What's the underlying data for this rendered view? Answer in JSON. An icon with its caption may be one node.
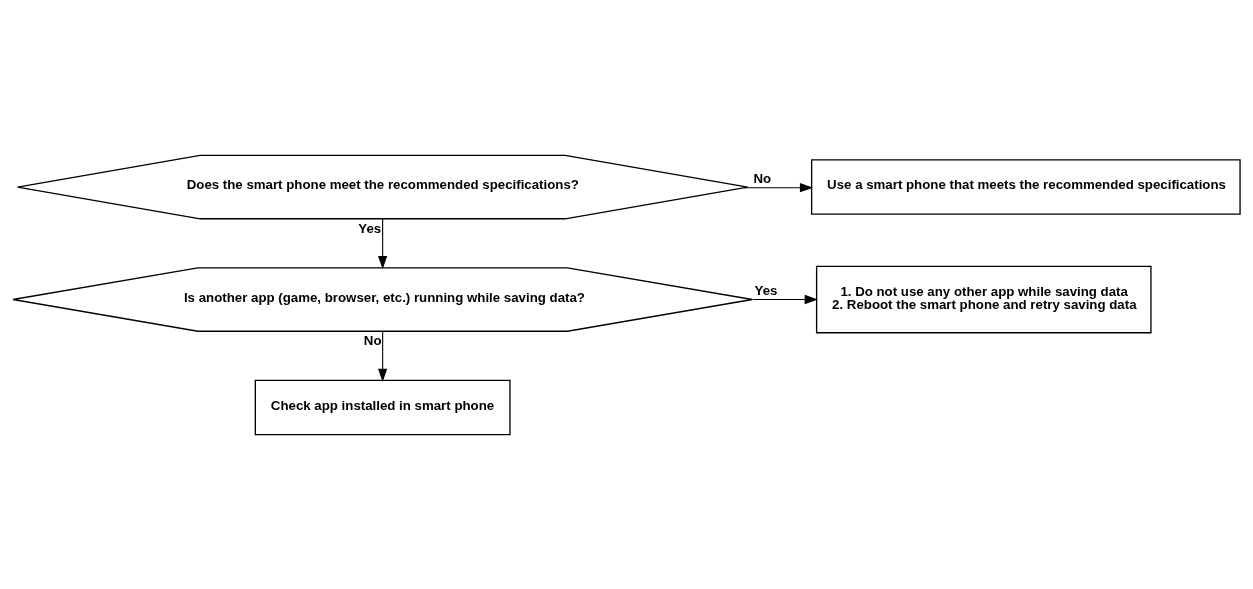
{
  "diagram": {
    "nodes": [
      {
        "text": [
          "Does the smart phone meet the recommended specifications?"
        ]
      },
      {
        "text": [
          "Use a smart phone that meets the recommended specifications"
        ]
      },
      {
        "text": [
          "Is another app (game, browser, etc.) running while saving data?"
        ]
      },
      {
        "text": [
          "1. Do not use any other app while saving data",
          "2. Reboot the smart phone and retry saving data"
        ]
      },
      {
        "text": [
          "Check app installed in smart phone"
        ]
      }
    ],
    "edges": [
      {
        "from": 0,
        "to": 1,
        "arrow": "to",
        "label": "No"
      },
      {
        "from": 0,
        "to": 2,
        "arrow": "to",
        "label": "Yes"
      },
      {
        "from": 2,
        "to": 3,
        "arrow": "to",
        "label": "Yes"
      },
      {
        "from": 2,
        "to": 4,
        "arrow": "to",
        "label": "No"
      }
    ]
  }
}
